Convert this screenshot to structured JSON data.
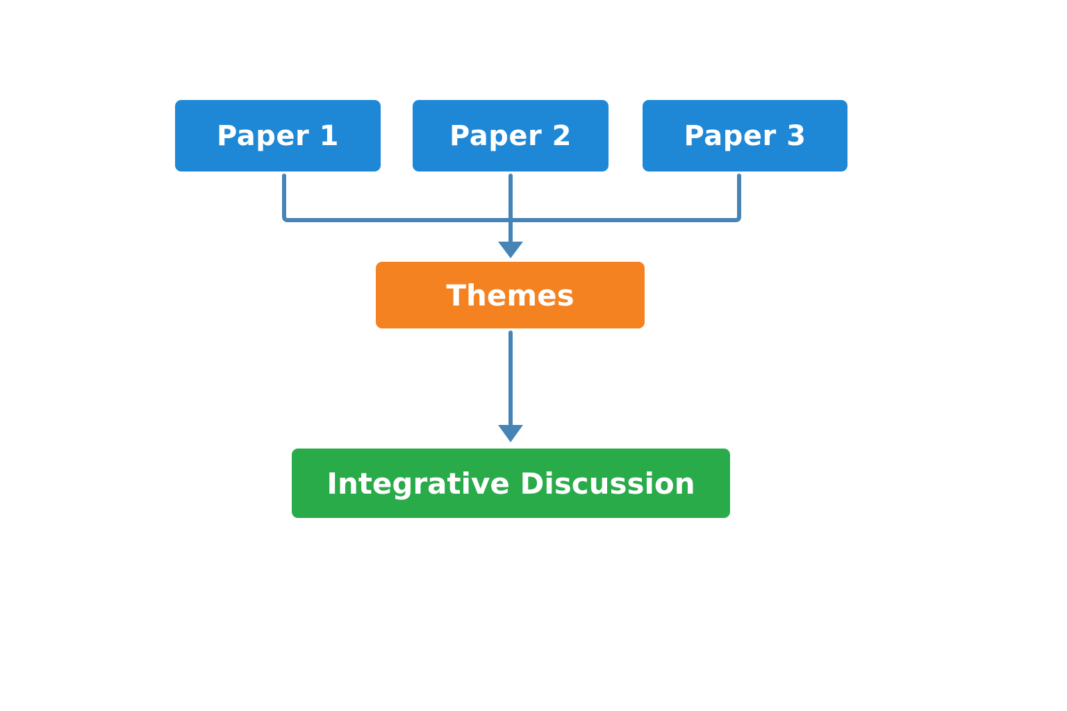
{
  "colors": {
    "paper_fill": "#1e88d6",
    "themes_fill": "#f58220",
    "integrative_fill": "#2aab4a",
    "connector": "#4584b5",
    "text": "#ffffff"
  },
  "nodes": {
    "paper_1": {
      "label": "Paper 1"
    },
    "paper_2": {
      "label": "Paper 2"
    },
    "paper_3": {
      "label": "Paper 3"
    },
    "themes": {
      "label": "Themes"
    },
    "integrative": {
      "label": "Integrative Discussion"
    }
  },
  "edges": [
    {
      "from": "Paper 1",
      "to": "Themes"
    },
    {
      "from": "Paper 2",
      "to": "Themes"
    },
    {
      "from": "Paper 3",
      "to": "Themes"
    },
    {
      "from": "Themes",
      "to": "Integrative Discussion"
    }
  ]
}
